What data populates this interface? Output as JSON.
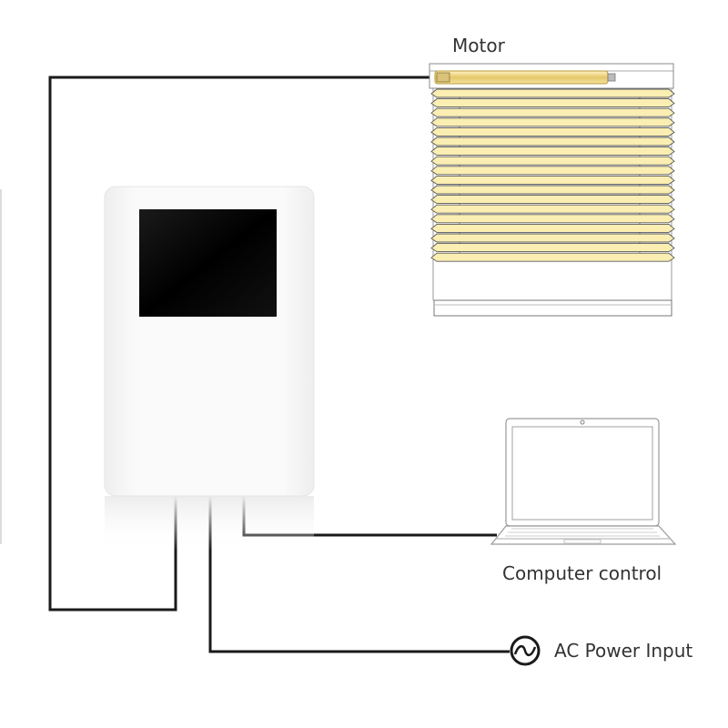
{
  "labels": {
    "motor": "Motor",
    "computer": "Computer control",
    "power": "AC Power Input"
  },
  "colors": {
    "wire": "#1a1a1a",
    "slat_fill": "#fbeeb2",
    "slat_stroke": "#5a5a5a",
    "controller_body": "#f7f7f7",
    "controller_screen": "#000000",
    "laptop_outline": "#999999",
    "text": "#333333"
  },
  "icons": {
    "motor": "tubular-motor-icon",
    "power": "ac-power-symbol-icon",
    "computer": "laptop-icon",
    "controller": "wall-controller-icon",
    "blinds": "venetian-blinds-icon"
  }
}
